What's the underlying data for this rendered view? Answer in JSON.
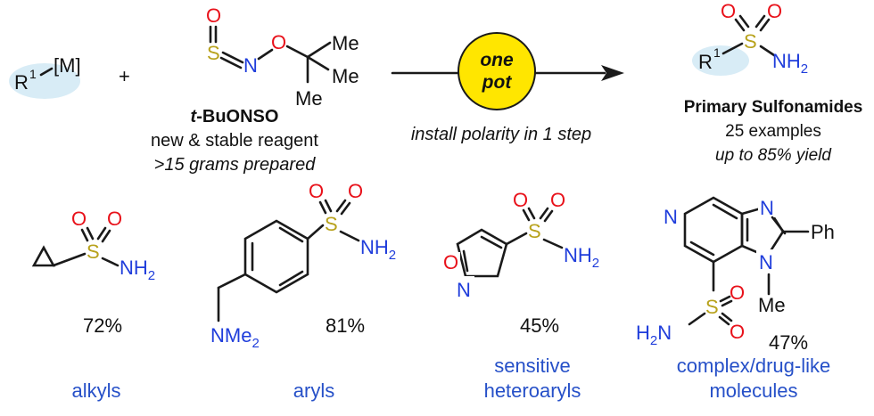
{
  "reagent": {
    "r1": "R",
    "sup1": "1",
    "metal": "[M]",
    "plus": "+",
    "name_prefix": "t",
    "name_suffix": "-BuONSO",
    "desc1": "new & stable reagent",
    "desc2": ">15 grams prepared",
    "atoms": {
      "O": "O",
      "S": "S",
      "N": "N",
      "Me": "Me"
    }
  },
  "arrow": {
    "circle_line1": "one",
    "circle_line2": "pot",
    "caption": "install polarity in 1 step",
    "circle_color": "#ffe600"
  },
  "product": {
    "r1": "R",
    "sup1": "1",
    "nh": "NH",
    "sub2": "2",
    "title": "Primary Sulfonamides",
    "count": "25 examples",
    "yield": "up to 85% yield"
  },
  "examples": [
    {
      "yield": "72%",
      "category": "alkyls"
    },
    {
      "yield": "81%",
      "category": "aryls",
      "amine": "NMe",
      "amine_sub": "2"
    },
    {
      "yield": "45%",
      "category_line1": "sensitive",
      "category_line2": "heteroaryls"
    },
    {
      "yield": "47%",
      "category_line1": "complex/drug-like",
      "category_line2": "molecules",
      "ph": "Ph",
      "me": "Me",
      "h2n": "H",
      "h2n_sub": "2",
      "h2n_n": "N"
    }
  ],
  "colors": {
    "oxygen": "#e8111a",
    "nitrogen": "#1f3ddb",
    "sulfur": "#b8a21c",
    "category": "#2650c8",
    "highlight": "#d8ecf6"
  }
}
